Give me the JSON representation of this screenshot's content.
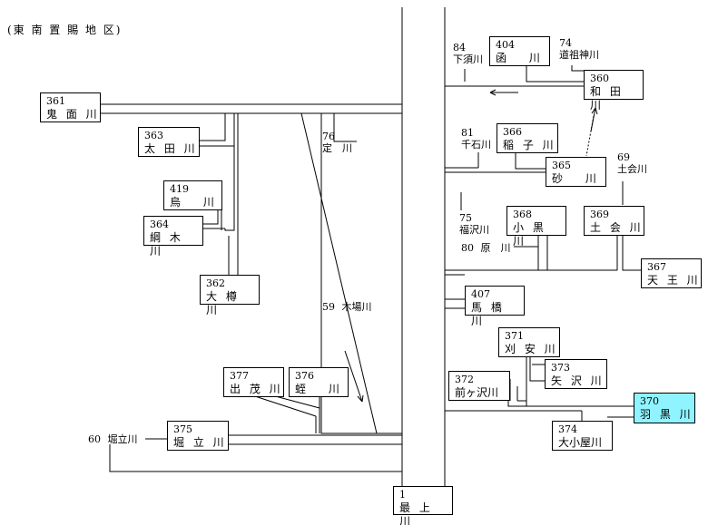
{
  "title": "(東 南 置 賜 地 区)",
  "rivers": {
    "r1": {
      "code": "1",
      "name": "最 上 川"
    },
    "r361": {
      "code": "361",
      "name": "鬼 面 川"
    },
    "r363": {
      "code": "363",
      "name": "太 田 川"
    },
    "r419": {
      "code": "419",
      "name": "烏　 川"
    },
    "r364": {
      "code": "364",
      "name": "綱 木 川"
    },
    "r362": {
      "code": "362",
      "name": "大 樽 川"
    },
    "r377": {
      "code": "377",
      "name": "出 茂 川"
    },
    "r376": {
      "code": "376",
      "name": "蛭　 川"
    },
    "r375": {
      "code": "375",
      "name": "堀 立 川"
    },
    "r404": {
      "code": "404",
      "name": "函　 川"
    },
    "r360": {
      "code": "360",
      "name": "和 田 川"
    },
    "r366": {
      "code": "366",
      "name": "稲 子 川"
    },
    "r365": {
      "code": "365",
      "name": "砂　 川"
    },
    "r368": {
      "code": "368",
      "name": "小 黒 川"
    },
    "r369": {
      "code": "369",
      "name": "土 会 川"
    },
    "r367": {
      "code": "367",
      "name": "天 王 川"
    },
    "r407": {
      "code": "407",
      "name": "馬 橋 川"
    },
    "r371": {
      "code": "371",
      "name": "刈 安 川"
    },
    "r373": {
      "code": "373",
      "name": "矢 沢 川"
    },
    "r372": {
      "code": "372",
      "name": "前ヶ沢川"
    },
    "r370": {
      "code": "370",
      "name": "羽 黒 川"
    },
    "r374": {
      "code": "374",
      "name": "大小屋川"
    }
  },
  "labels": {
    "l76": {
      "code": "76",
      "name": "定　川"
    },
    "l59": {
      "code": "59",
      "name": "木場川"
    },
    "l60": {
      "code": "60",
      "name": "堀立川"
    },
    "l84": {
      "code": "84",
      "name": "下須川"
    },
    "l74": {
      "code": "74",
      "name": "道祖神川"
    },
    "l81": {
      "code": "81",
      "name": "千石川"
    },
    "l69": {
      "code": "69",
      "name": "土会川"
    },
    "l75": {
      "code": "75",
      "name": "福沢川"
    },
    "l80": {
      "code": "80",
      "name": "原　川"
    }
  },
  "highlight_color": "#8ff4ff"
}
